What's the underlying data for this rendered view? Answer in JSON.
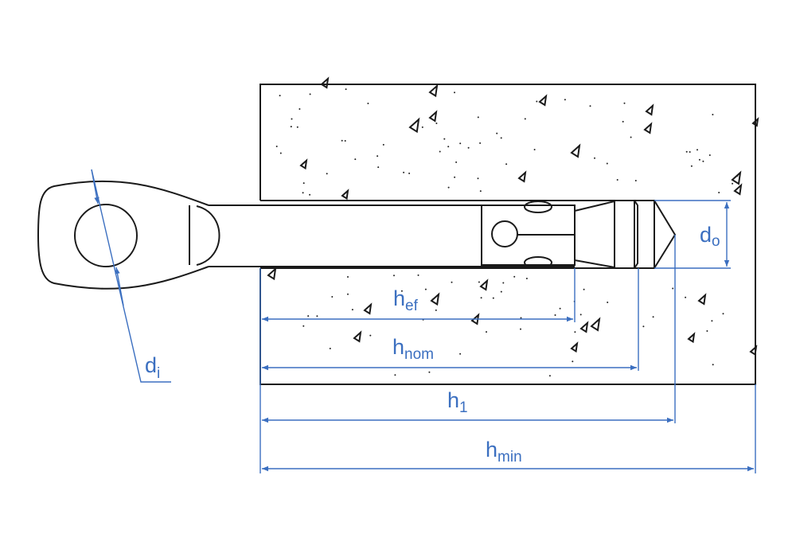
{
  "title": "Anchor installation dimensions",
  "labels": {
    "d_i": {
      "main": "d",
      "sub": "i"
    },
    "d_o": {
      "main": "d",
      "sub": "o"
    },
    "h_ef": {
      "main": "h",
      "sub": "ef"
    },
    "h_nom": {
      "main": "h",
      "sub": "nom"
    },
    "h_1": {
      "main": "h",
      "sub": "1"
    },
    "h_min": {
      "main": "h",
      "sub": "min"
    }
  },
  "colors": {
    "dimension": "#3b6fc0",
    "outline": "#1a1a1a"
  }
}
